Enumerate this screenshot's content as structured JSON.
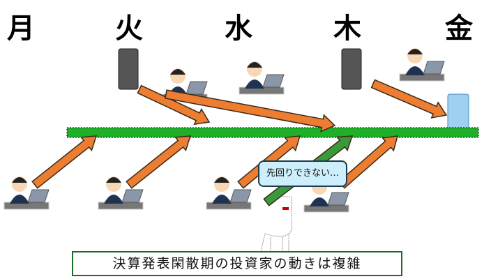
{
  "days": [
    "月",
    "火",
    "水",
    "木",
    "金"
  ],
  "bubble_text": "先回りできない…",
  "caption": "決算発表閑散期の投資家の動きは複雑",
  "colors": {
    "arrow": "#ed7d31",
    "arrow_green": "#3a9a3a",
    "bar": "#1fb02a",
    "border": "#1e6b2a",
    "bubble": "#cdeefb"
  }
}
